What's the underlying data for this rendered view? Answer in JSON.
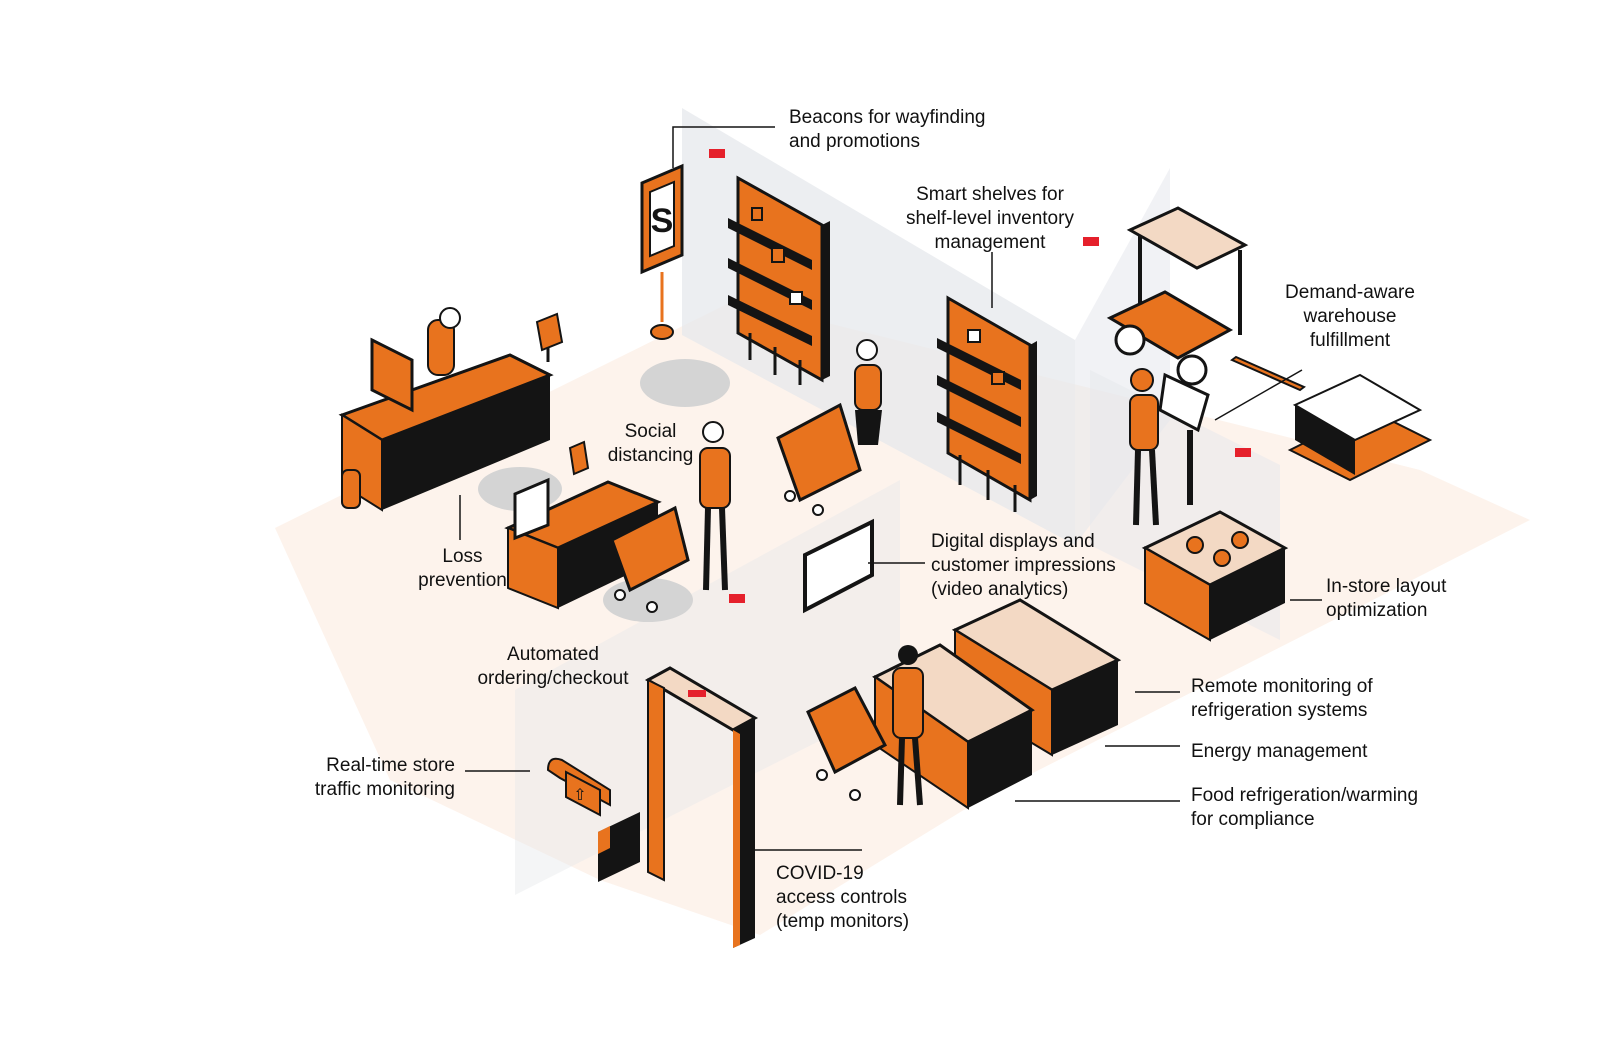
{
  "colors": {
    "accent": "#e8731e",
    "ink": "#141414",
    "floor": "#fdf3ec",
    "wall": "#e6e8ec",
    "sensor": "#e5202b",
    "shadow": "#d4d4d4"
  },
  "labels": {
    "beacons": [
      "Beacons for wayfinding",
      "and promotions"
    ],
    "smart_shelves": [
      "Smart shelves for",
      "shelf-level inventory",
      "management"
    ],
    "demand_aware": [
      "Demand-aware",
      "warehouse",
      "fulfillment"
    ],
    "social_distancing": [
      "Social",
      "distancing"
    ],
    "loss_prevention": [
      "Loss",
      "prevention"
    ],
    "digital_displays": [
      "Digital displays and",
      "customer impressions",
      "(video analytics)"
    ],
    "in_store_layout": [
      "In-store layout",
      "optimization"
    ],
    "automated_checkout": [
      "Automated",
      "ordering/checkout"
    ],
    "remote_monitoring": [
      "Remote monitoring of",
      "refrigeration systems"
    ],
    "energy_management": [
      "Energy management"
    ],
    "real_time_traffic": [
      "Real-time store",
      "traffic monitoring"
    ],
    "food_refrigeration": [
      "Food refrigeration/warming",
      "for compliance"
    ],
    "covid_access": [
      "COVID-19",
      "access controls",
      "(temp monitors)"
    ]
  },
  "icons": {
    "beacon_sign": "S",
    "turnstile_arrow": "up-arrow-icon"
  }
}
